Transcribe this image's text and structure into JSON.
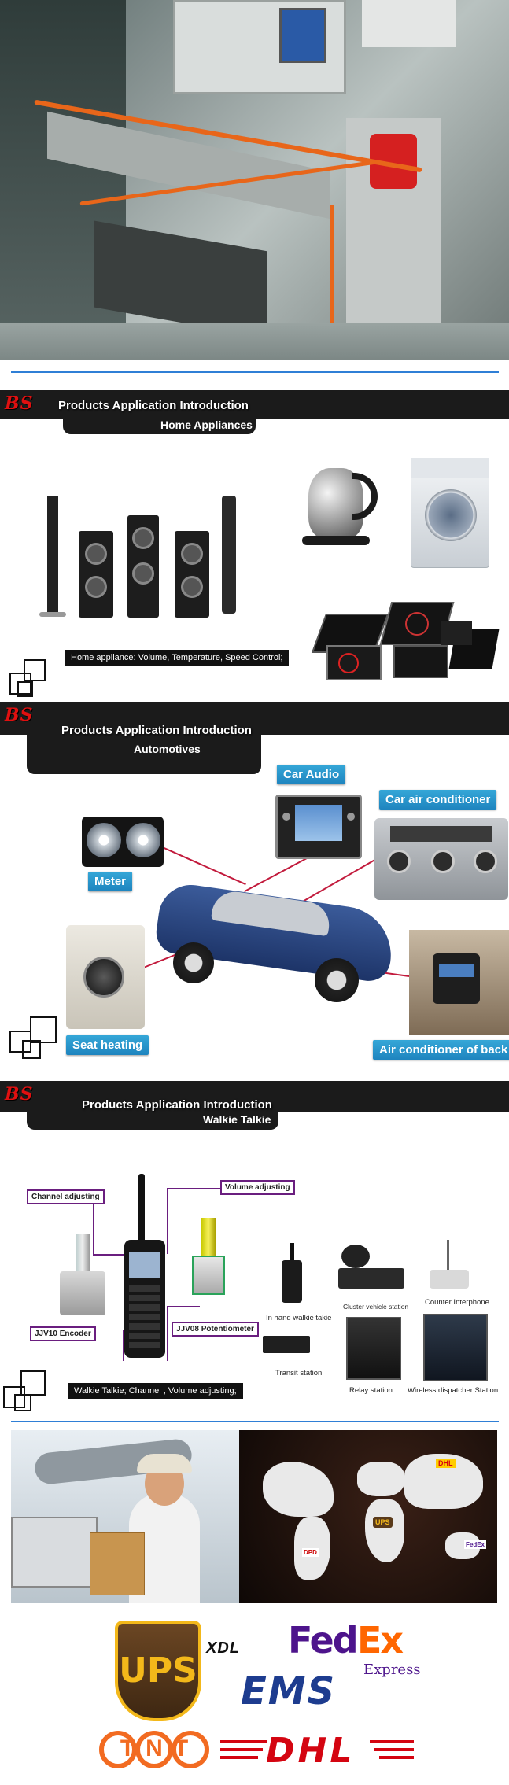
{
  "factory": {},
  "sections": [
    {
      "logo": "BS",
      "title": "Products Application Introduction",
      "subtitle": "Home Appliances",
      "caption": "Home appliance:   Volume, Temperature, Speed  Control;"
    },
    {
      "logo": "BS",
      "title": "Products Application Introduction",
      "subtitle": "Automotives",
      "tags": {
        "car_audio": "Car Audio",
        "car_air_conditioner": "Car air conditioner",
        "meter": "Meter",
        "seat_heating": "Seat heating",
        "air_conditioner_back": "Air conditioner of back"
      }
    },
    {
      "logo": "BS",
      "title": "Products Application Introduction",
      "subtitle": "Walkie Talkie",
      "labels": {
        "channel_adjusting": "Channel adjusting",
        "volume_adjusting": "Volume adjusting",
        "jjv10_encoder": "JJV10 Encoder",
        "jjv08_potentiometer": "JJV08 Potentiometer"
      },
      "devices": {
        "in_hand": "In hand walkie takie",
        "cluster": "Cluster vehicle station",
        "counter": "Counter Interphone",
        "transit": "Transit station",
        "relay": "Relay station",
        "wireless": "Wireless dispatcher Station"
      },
      "caption": "Walkie Talkie;    Channel , Volume adjusting;"
    }
  ],
  "shipping": {
    "map_labels": [
      "DHL",
      "UPS",
      "FedEx",
      "DPD"
    ],
    "couriers": {
      "ups": "UPS",
      "xdl": "XDL",
      "fedex_fed": "Fed",
      "fedex_ex": "Ex",
      "fedex_express": "Express",
      "ems": "EMS",
      "tnt": "TNT",
      "dhl": "DHL"
    }
  },
  "colors": {
    "accent_rule": "#2f7fd6",
    "logo_red": "#e01010",
    "tag_blue": "#1e84bf",
    "purple": "#6a1e7f",
    "fedex_purple": "#4d148c",
    "fedex_orange": "#ff6600",
    "ups_brown": "#5a3a1a",
    "ups_gold": "#f3b81a",
    "dhl_red": "#d40511",
    "ems_blue": "#1d3c8f"
  }
}
